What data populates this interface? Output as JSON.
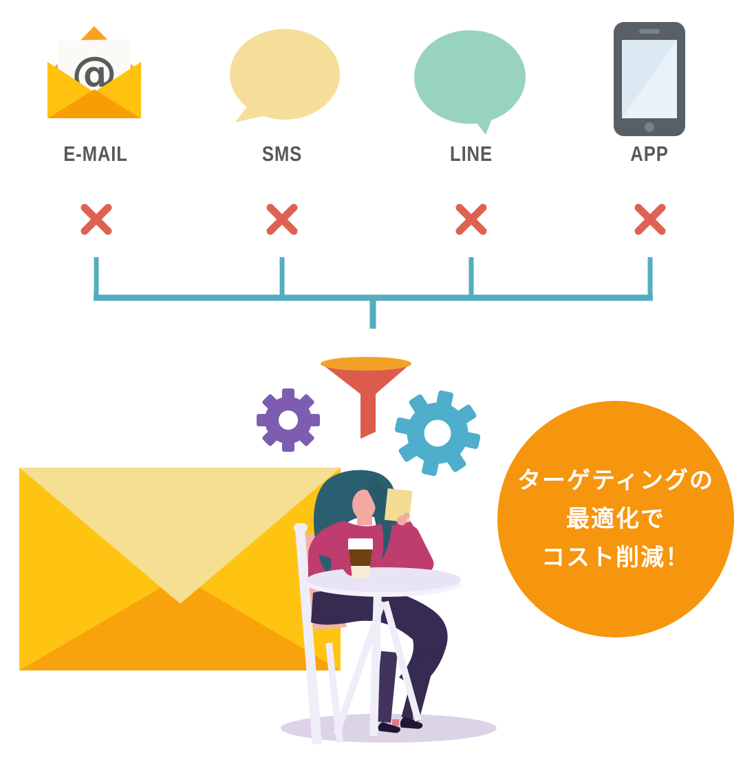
{
  "channels": [
    {
      "id": "email",
      "label": "E-MAIL",
      "icon": "email-open-envelope-icon",
      "at_symbol": "@"
    },
    {
      "id": "sms",
      "label": "SMS",
      "icon": "speech-bubble-icon"
    },
    {
      "id": "line",
      "label": "LINE",
      "icon": "speech-bubble-icon"
    },
    {
      "id": "app",
      "label": "APP",
      "icon": "smartphone-icon"
    }
  ],
  "rejection": {
    "symbol": "×",
    "count": 4,
    "color": "#DE6253"
  },
  "badge": {
    "lines": [
      "ターゲティングの",
      "最適化で",
      "コスト削減！"
    ],
    "background": "#F6950E",
    "text_color": "#FFFFFF"
  },
  "icons": [
    "email-open-envelope-icon",
    "sms-speech-bubble-icon",
    "line-speech-bubble-icon",
    "smartphone-icon",
    "cross-mark-icon",
    "funnel-icon",
    "gear-icon-purple",
    "gear-icon-teal",
    "big-envelope-illustration",
    "woman-at-cafe-table-illustration"
  ],
  "colors": {
    "bracket_teal": "#54AEBF",
    "cross_red": "#DE6253",
    "funnel_top": "#F2A127",
    "funnel_body": "#DC5B4D",
    "gear_purple": "#7E5DB0",
    "gear_teal": "#4EAECB",
    "label_gray": "#57585A",
    "sms_bubble": "#F5DE9A",
    "line_bubble": "#98D2C1",
    "phone_body": "#585F66",
    "envelope_gold": "#FFC412",
    "envelope_cream": "#F4DF92",
    "envelope_orange": "#F9A30C",
    "badge_orange": "#F6950E"
  }
}
